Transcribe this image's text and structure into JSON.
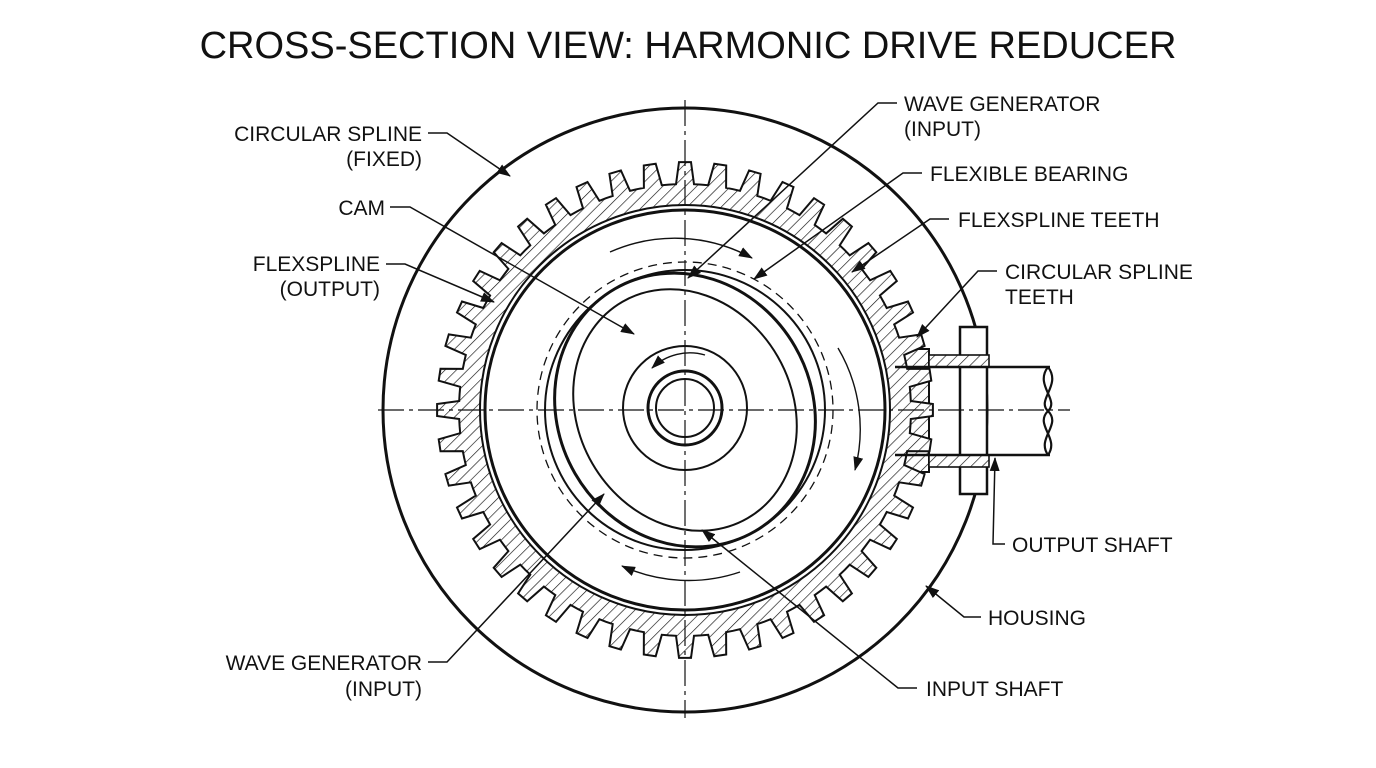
{
  "title": "CROSS-SECTION VIEW: HARMONIC DRIVE REDUCER",
  "labels": {
    "circular_spline": [
      "CIRCULAR SPLINE",
      "(FIXED)"
    ],
    "cam": [
      "CAM"
    ],
    "flexspline": [
      "FLEXSPLINE",
      "(OUTPUT)"
    ],
    "wave_generator_bottom": [
      "WAVE GENERATOR",
      "(INPUT)"
    ],
    "wave_generator_top": [
      "WAVE GENERATOR",
      "(INPUT)"
    ],
    "flexible_bearing": [
      "FLEXIBLE BEARING"
    ],
    "flexspline_teeth": [
      "FLEXSPLINE TEETH"
    ],
    "circular_spline_teeth": [
      "CIRCULAR SPLINE",
      "TEETH"
    ],
    "output_shaft": [
      "OUTPUT SHAFT"
    ],
    "housing": [
      "HOUSING"
    ],
    "input_shaft": [
      "INPUT SHAFT"
    ]
  },
  "colors": {
    "ink": "#111111",
    "paper": "#ffffff"
  }
}
